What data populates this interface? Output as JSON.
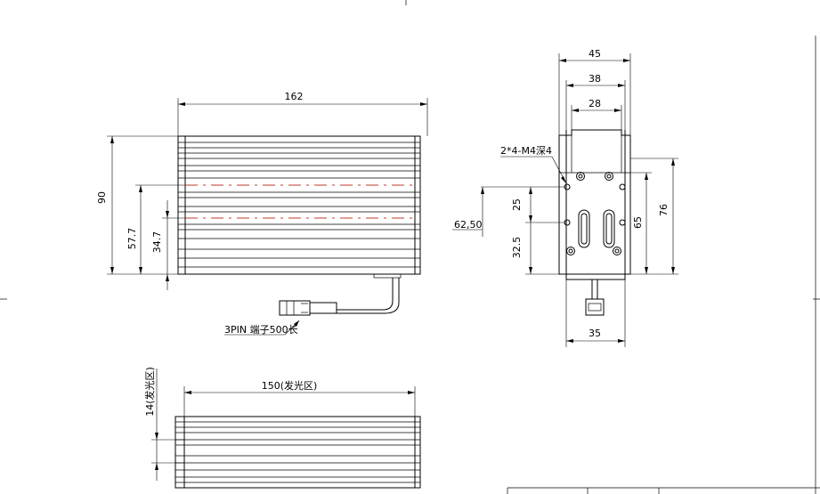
{
  "front_view": {
    "dim_length": "162",
    "dim_height": "90",
    "dim_center_1": "57.7",
    "dim_center_2": "34.7",
    "cable_note": "3PIN 端子500长"
  },
  "side_view": {
    "dim_width_outer": "45",
    "dim_width_mid": "38",
    "dim_width_inner": "28",
    "thread_note": "2*4-M4深4",
    "dim_hole_spacing": "25",
    "dim_hole_offset": "32.5",
    "dim_height_65": "65",
    "dim_height_76": "76",
    "dim_base": "35",
    "coord_note": "62,50"
  },
  "bottom_view": {
    "dim_emitting_length": "150(发光区)",
    "dim_emitting_width": "14(发光区)"
  }
}
